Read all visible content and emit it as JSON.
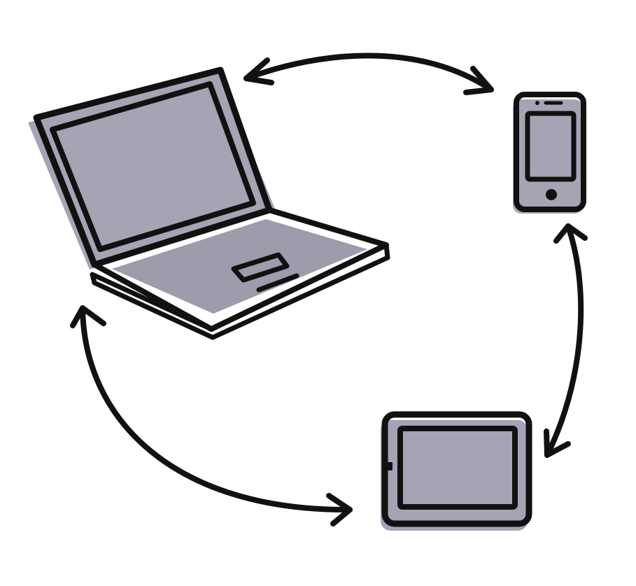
{
  "diagram": {
    "nodes": [
      {
        "id": "laptop",
        "icon": "laptop-icon"
      },
      {
        "id": "phone",
        "icon": "smartphone-icon"
      },
      {
        "id": "tablet",
        "icon": "tablet-icon"
      }
    ],
    "connections": [
      {
        "from": "laptop",
        "to": "phone",
        "direction": "bidirectional"
      },
      {
        "from": "phone",
        "to": "tablet",
        "direction": "bidirectional"
      },
      {
        "from": "tablet",
        "to": "laptop",
        "direction": "bidirectional"
      }
    ]
  },
  "colors": {
    "ink": "#111111",
    "shade": "#9c9cac",
    "hatch": "#b9b9c8",
    "background": "#ffffff"
  }
}
